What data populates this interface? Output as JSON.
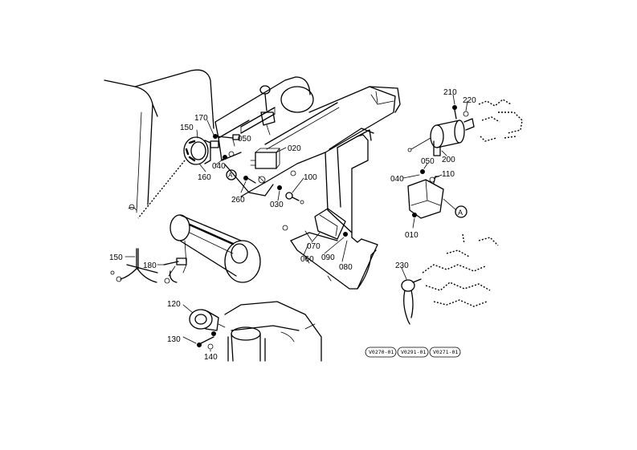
{
  "part_labels": [
    "170",
    "150",
    "050",
    "040",
    "160",
    "020",
    "260",
    "100",
    "030",
    "070",
    "060",
    "090",
    "080",
    "210",
    "220",
    "200",
    "050",
    "110",
    "040",
    "010",
    "150",
    "180",
    "230",
    "120",
    "130",
    "140"
  ],
  "callout_letter": "A",
  "ref_codes": [
    "V0270-01",
    "V0291-01",
    "V0271-01"
  ]
}
